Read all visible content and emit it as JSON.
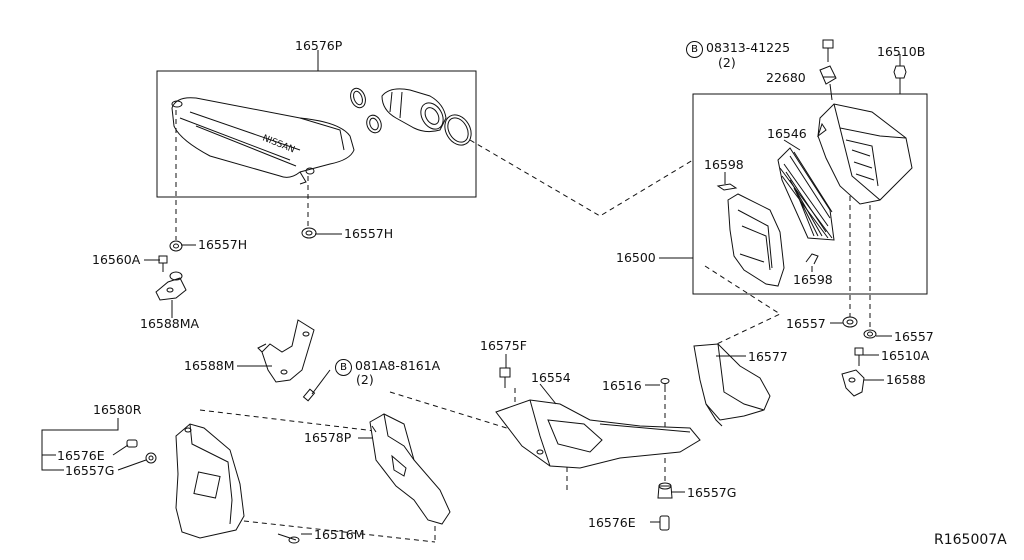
{
  "labels": {
    "p16576P": "16576P",
    "p08313": "08313-41225",
    "p08313_qty": "(2)",
    "p16510B": "16510B",
    "p22680": "22680",
    "p16546": "16546",
    "p16598_top": "16598",
    "p16500": "16500",
    "p16598_bot": "16598",
    "p16557H_left": "16557H",
    "p16560A": "16560A",
    "p16557H_mid": "16557H",
    "p16588MA": "16588MA",
    "p16588M": "16588M",
    "p081A8": "081A8-8161A",
    "p081A8_qty": "(2)",
    "p16575F": "16575F",
    "p16554": "16554",
    "p16516": "16516",
    "p16577": "16577",
    "p16557_left": "16557",
    "p16557_right": "16557",
    "p16510A": "16510A",
    "p16588": "16588",
    "p16580R": "16580R",
    "p16576E_left": "16576E",
    "p16557G_left": "16557G",
    "p16578P": "16578P",
    "p16557G_right": "16557G",
    "p16516M": "16516M",
    "p16576E_right": "16576E",
    "ref_code": "R165007A",
    "bolt_symbol": "B"
  },
  "colors": {
    "line": "#111111",
    "background": "#ffffff"
  }
}
